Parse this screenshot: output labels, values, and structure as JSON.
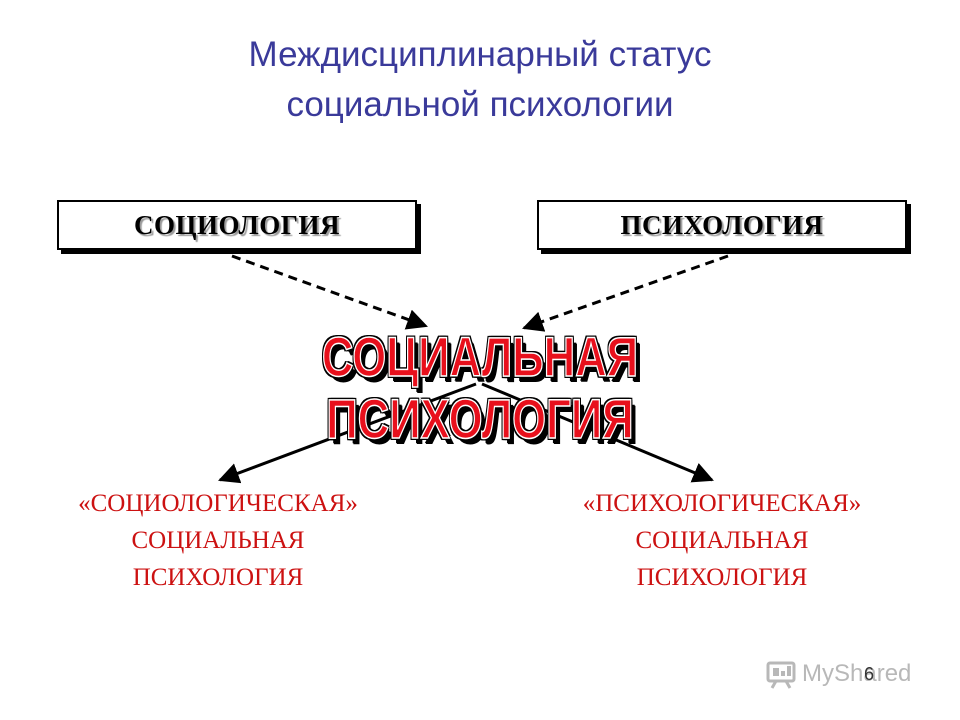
{
  "title": {
    "line1": "Междисциплинарный статус",
    "line2": "социальной психологии"
  },
  "sources": {
    "left": "СОЦИОЛОГИЯ",
    "right": "ПСИХОЛОГИЯ"
  },
  "center": "СОЦИАЛЬНАЯ ПСИХОЛОГИЯ",
  "branches": {
    "left": [
      "«СОЦИОЛОГИЧЕСКАЯ»",
      "СОЦИАЛЬНАЯ",
      "ПСИХОЛОГИЯ"
    ],
    "right": [
      "«ПСИХОЛОГИЧЕСКАЯ»",
      "СОЦИАЛЬНАЯ",
      "ПСИХОЛОГИЯ"
    ]
  },
  "watermark": "MyShared",
  "page_number": "6",
  "colors": {
    "title": "#3a3a9a",
    "center": "#e8101c",
    "branch": "#cc1111"
  }
}
